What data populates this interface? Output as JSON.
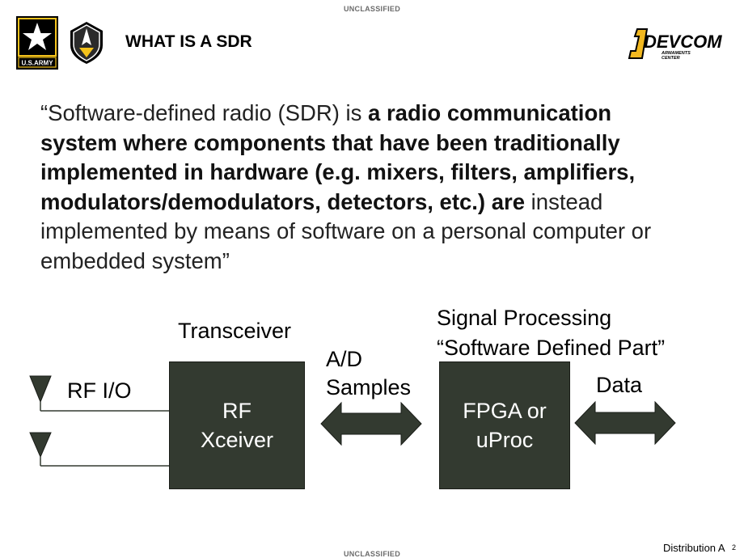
{
  "header": {
    "classification_top": "UNCLASSIFIED",
    "title": "WHAT IS A SDR",
    "army_logo_text": "U.S.ARMY",
    "devcom_logo_text": "DEVCOM",
    "devcom_sub_1": "ARMAMENTS",
    "devcom_sub_2": "CENTER"
  },
  "quote": {
    "p1": "“Software-defined radio (SDR) is ",
    "bold": "a radio communication system where components that have been traditionally implemented in hardware (e.g. mixers, filters, amplifiers, modulators/demodulators, detectors, etc.) are",
    "p2": " instead implemented by means of software on a personal computer or embedded system”"
  },
  "diagram": {
    "rf_io_label": "RF I/O",
    "transceiver_label": "Transceiver",
    "rf_box_line1": "RF",
    "rf_box_line2": "Xceiver",
    "ad_line1": "A/D",
    "ad_line2": "Samples",
    "signal_line1": "Signal Processing",
    "signal_line2": "“Software Defined Part”",
    "fpga_line1": "FPGA or",
    "fpga_line2": "uProc",
    "data_label": "Data",
    "box_color": "#333a30",
    "arrow_color": "#333a30"
  },
  "footer": {
    "distribution": "Distribution A",
    "page_number": "2",
    "classification_bottom": "UNCLASSIFIED"
  }
}
